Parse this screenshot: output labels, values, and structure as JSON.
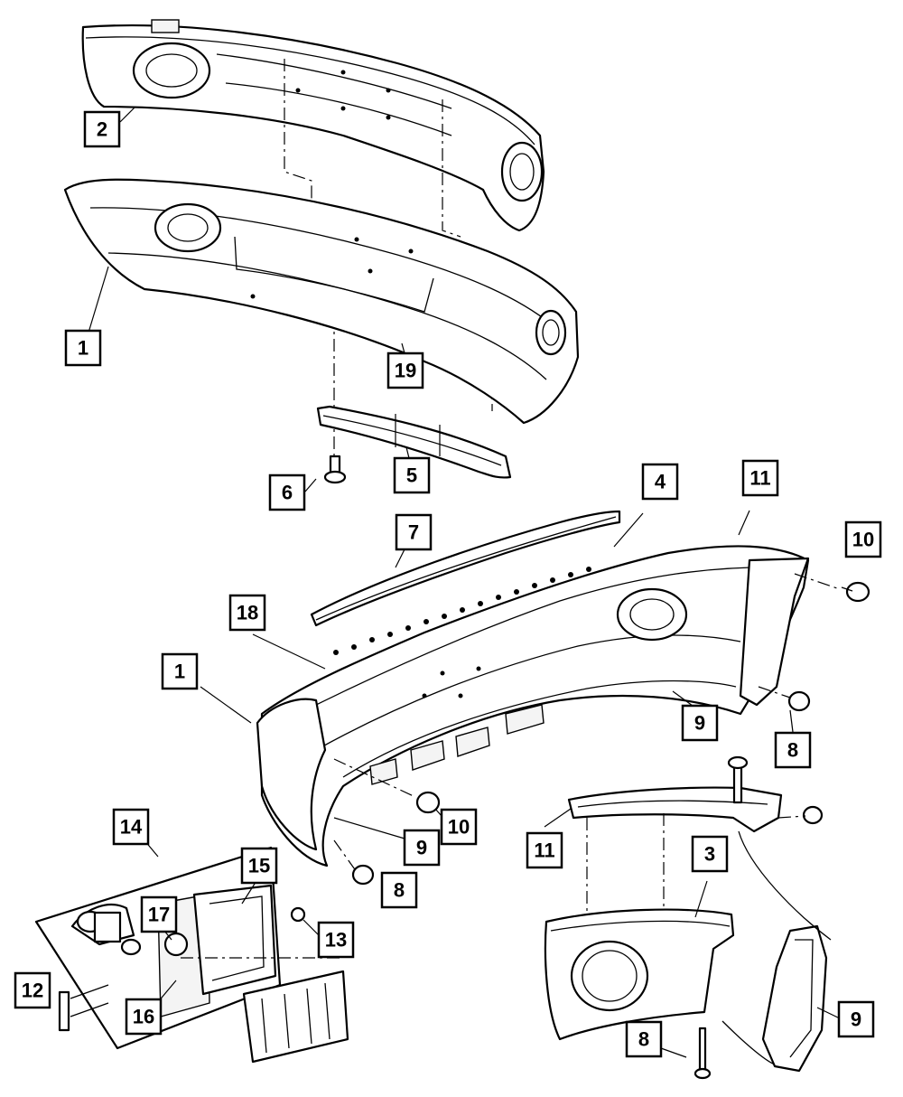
{
  "diagram": {
    "callouts": [
      {
        "id": "c2a",
        "text": "2"
      },
      {
        "id": "c1a",
        "text": "1"
      },
      {
        "id": "c19",
        "text": "19"
      },
      {
        "id": "c6",
        "text": "6"
      },
      {
        "id": "c5",
        "text": "5"
      },
      {
        "id": "c7",
        "text": "7"
      },
      {
        "id": "c4",
        "text": "4"
      },
      {
        "id": "c11a",
        "text": "11"
      },
      {
        "id": "c10a",
        "text": "10"
      },
      {
        "id": "c18",
        "text": "18"
      },
      {
        "id": "c1b",
        "text": "1"
      },
      {
        "id": "c9a",
        "text": "9"
      },
      {
        "id": "c8a",
        "text": "8"
      },
      {
        "id": "c10b",
        "text": "10"
      },
      {
        "id": "c9b",
        "text": "9"
      },
      {
        "id": "c14",
        "text": "14"
      },
      {
        "id": "c8b",
        "text": "8"
      },
      {
        "id": "c11b",
        "text": "11"
      },
      {
        "id": "c3",
        "text": "3"
      },
      {
        "id": "c15",
        "text": "15"
      },
      {
        "id": "c17",
        "text": "17"
      },
      {
        "id": "c13",
        "text": "13"
      },
      {
        "id": "c12",
        "text": "12"
      },
      {
        "id": "c16",
        "text": "16"
      },
      {
        "id": "c9c",
        "text": "9"
      },
      {
        "id": "c8c",
        "text": "8"
      }
    ]
  }
}
